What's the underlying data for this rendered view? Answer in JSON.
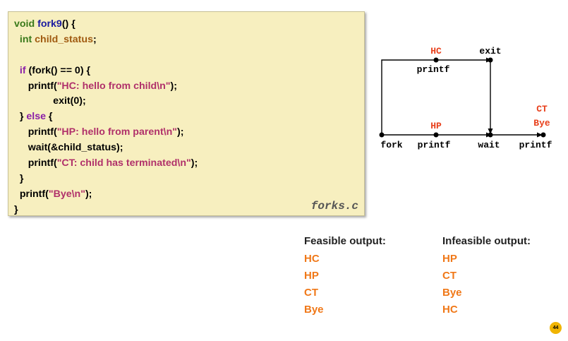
{
  "code": {
    "filename": "forks.c",
    "lines": [
      [
        {
          "t": "void ",
          "c": "ty"
        },
        {
          "t": "fork9",
          "c": "fn"
        },
        {
          "t": "() {",
          "c": ""
        }
      ],
      [
        {
          "t": "  int ",
          "c": "ty"
        },
        {
          "t": "child_status",
          "c": "var"
        },
        {
          "t": ";",
          "c": ""
        }
      ],
      [],
      [
        {
          "t": "  ",
          "c": ""
        },
        {
          "t": "if",
          "c": "kw"
        },
        {
          "t": " (fork() == 0) {",
          "c": ""
        }
      ],
      [
        {
          "t": "     printf(",
          "c": ""
        },
        {
          "t": "\"HC: hello from child\\n\"",
          "c": "str"
        },
        {
          "t": ");",
          "c": ""
        }
      ],
      [
        {
          "t": "              exit(0);",
          "c": ""
        }
      ],
      [
        {
          "t": "  } ",
          "c": ""
        },
        {
          "t": "else",
          "c": "kw"
        },
        {
          "t": " {",
          "c": ""
        }
      ],
      [
        {
          "t": "     printf(",
          "c": ""
        },
        {
          "t": "\"HP: hello from parent\\n\"",
          "c": "str"
        },
        {
          "t": ");",
          "c": ""
        }
      ],
      [
        {
          "t": "     wait(&child_status);",
          "c": ""
        }
      ],
      [
        {
          "t": "     printf(",
          "c": ""
        },
        {
          "t": "\"CT: child has terminated\\n\"",
          "c": "str"
        },
        {
          "t": ");",
          "c": ""
        }
      ],
      [
        {
          "t": "  }",
          "c": ""
        }
      ],
      [
        {
          "t": "  printf(",
          "c": ""
        },
        {
          "t": "\"Bye\\n\"",
          "c": "str"
        },
        {
          "t": ");",
          "c": ""
        }
      ],
      [
        {
          "t": "}",
          "c": ""
        }
      ]
    ]
  },
  "diagram": {
    "labels": {
      "hc": "HC",
      "exit": "exit",
      "printf_child": "printf",
      "hp": "HP",
      "ct": "CT",
      "bye": "Bye",
      "fork": "fork",
      "printf_parent": "printf",
      "wait": "wait",
      "printf_end": "printf"
    },
    "colors": {
      "accent": "#e8401c",
      "line": "#000000"
    }
  },
  "feasible": {
    "title": "Feasible output:",
    "items": [
      "HC",
      "HP",
      "CT",
      "Bye"
    ]
  },
  "infeasible": {
    "title": "Infeasible output:",
    "items": [
      "HP",
      "CT",
      "Bye",
      "HC"
    ]
  },
  "page_number": "44"
}
